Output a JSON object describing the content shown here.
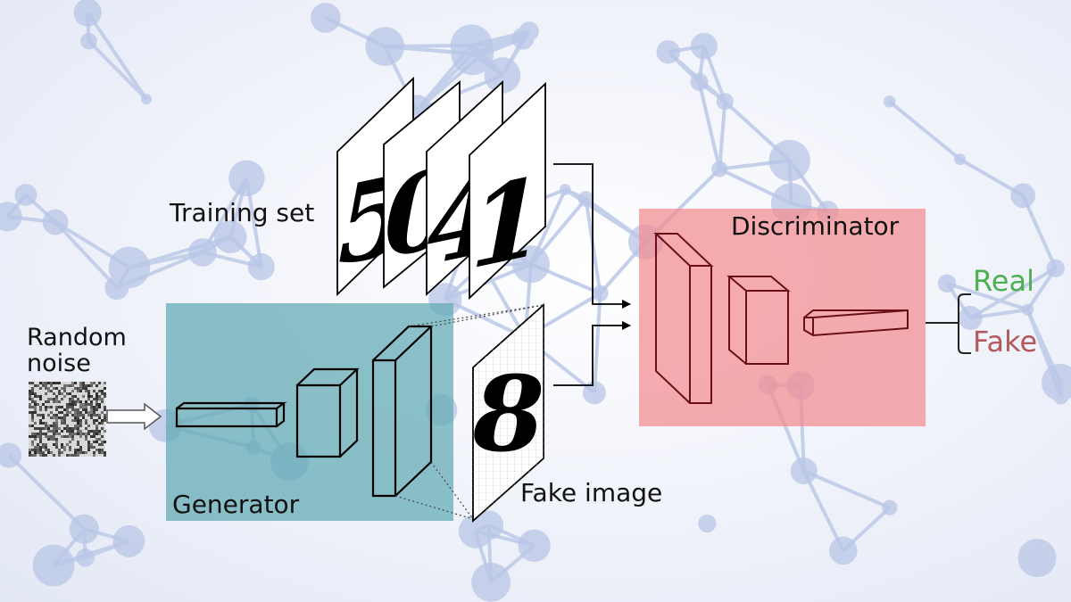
{
  "labels": {
    "training_set": "Training set",
    "random_noise_line1": "Random",
    "random_noise_line2": "noise",
    "generator": "Generator",
    "fake_image": "Fake image",
    "discriminator": "Discriminator",
    "real": "Real",
    "fake": "Fake"
  },
  "training_digits": [
    "5",
    "0",
    "4",
    "1"
  ],
  "fake_digit": "8",
  "colors": {
    "generator_box": "#5fa9b3",
    "discriminator_box": "#f28a8f",
    "real_text": "#4caf50",
    "fake_text": "#b3585d",
    "network_nodes": "#b9c6e6"
  },
  "icons": {
    "noise": "random-noise-icon",
    "arrow": "hollow-arrow-icon",
    "network": "molecular-network-background"
  }
}
